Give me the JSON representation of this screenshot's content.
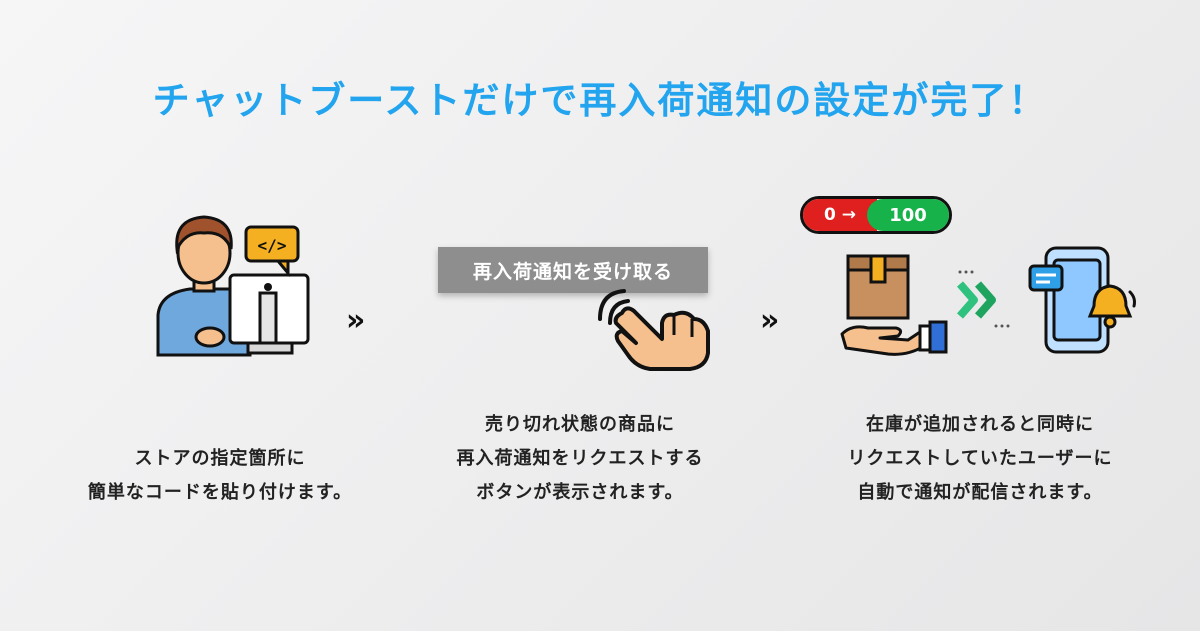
{
  "title": "チャットブーストだけで再入荷通知の設定が完了！",
  "steps": [
    {
      "caption_lines": [
        "ストアの指定箇所に",
        "簡単なコードを貼り付けます。"
      ],
      "code_badge": "</>"
    },
    {
      "button_label": "再入荷通知を受け取る",
      "caption_lines": [
        "売り切れ状態の商品に",
        "再入荷通知をリクエストする",
        "ボタンが表示されます。"
      ]
    },
    {
      "counter_from": "0 →",
      "counter_to": "100",
      "caption_lines": [
        "在庫が追加されると同時に",
        "リクエストしていたユーザーに",
        "自動で通知が配信されます。"
      ]
    }
  ],
  "arrows": [
    "»",
    "»"
  ],
  "icons": [
    "developer-at-computer-icon",
    "tap-hand-icon",
    "box-on-hand-icon",
    "double-chevron-icon",
    "phone-notification-icon"
  ],
  "colors": {
    "title": "#22a4ee",
    "counter_red": "#e01f1f",
    "counter_green": "#17b24a"
  }
}
